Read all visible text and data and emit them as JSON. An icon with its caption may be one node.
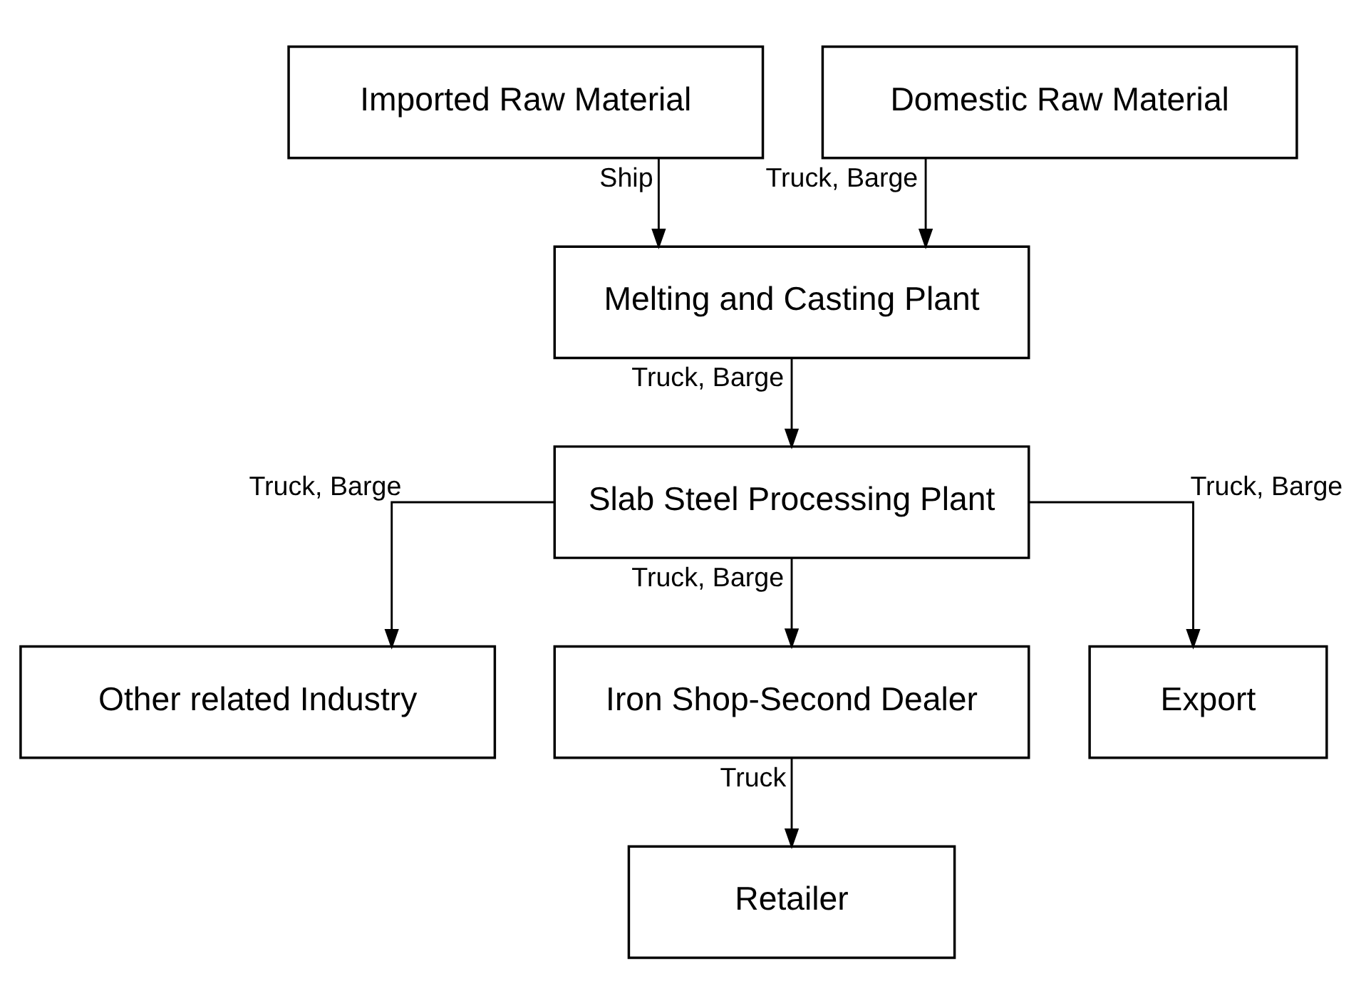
{
  "diagram": {
    "nodes": [
      {
        "text": [
          "Imported Raw Material"
        ]
      },
      {
        "text": [
          "Domestic Raw Material"
        ]
      },
      {
        "text": [
          "Melting and Casting Plant"
        ]
      },
      {
        "text": [
          "Slab Steel Processing Plant"
        ]
      },
      {
        "text": [
          "Other related Industry"
        ]
      },
      {
        "text": [
          "Iron Shop-Second Dealer"
        ]
      },
      {
        "text": [
          "Export"
        ]
      },
      {
        "text": [
          "Retailer"
        ]
      }
    ],
    "edges": [
      {
        "from": 0,
        "to": 2,
        "arrow": "to",
        "label": "Ship"
      },
      {
        "from": 1,
        "to": 2,
        "arrow": "to",
        "label": "Truck, Barge"
      },
      {
        "from": 2,
        "to": 3,
        "arrow": "to",
        "label": "Truck, Barge"
      },
      {
        "from": 3,
        "to": 4,
        "arrow": "to",
        "label": "Truck, Barge"
      },
      {
        "from": 3,
        "to": 5,
        "arrow": "to",
        "label": "Truck, Barge"
      },
      {
        "from": 3,
        "to": 6,
        "arrow": "to",
        "label": "Truck, Barge"
      },
      {
        "from": 5,
        "to": 7,
        "arrow": "to",
        "label": "Truck"
      }
    ]
  }
}
